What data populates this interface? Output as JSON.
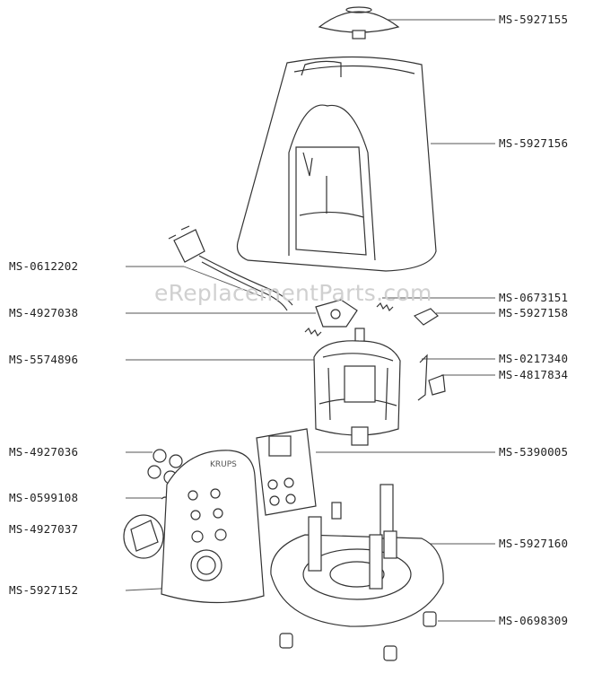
{
  "watermark": "eReplacementParts.com",
  "brand_text": "KRUPS",
  "part_labels": {
    "p5927155": "MS-5927155",
    "p5927156": "MS-5927156",
    "p0612202": "MS-0612202",
    "p0673151": "MS-0673151",
    "p4927038": "MS-4927038",
    "p5927158": "MS-5927158",
    "p5574896": "MS-5574896",
    "p0217340": "MS-0217340",
    "p4817834": "MS-4817834",
    "p4927036": "MS-4927036",
    "p5390005": "MS-5390005",
    "p0599108": "MS-0599108",
    "p4927037": "MS-4927037",
    "p5927160": "MS-5927160",
    "p5927152": "MS-5927152",
    "p0698309": "MS-0698309"
  }
}
